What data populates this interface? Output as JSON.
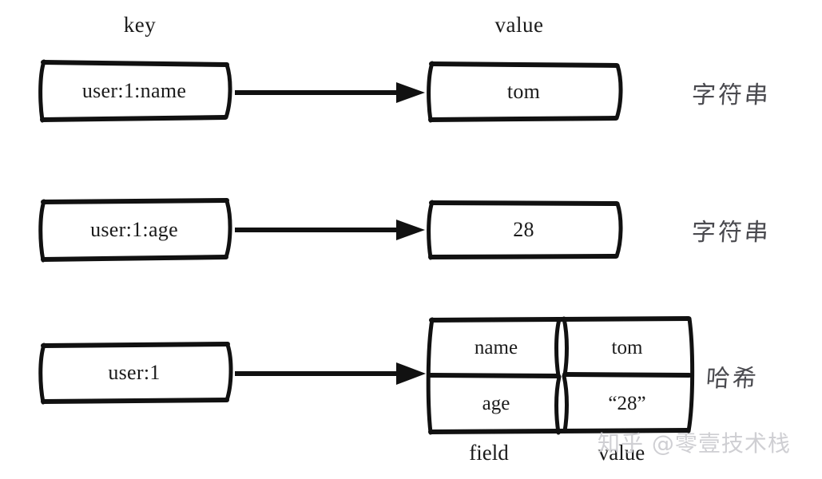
{
  "headers": {
    "key": "key",
    "value": "value"
  },
  "rows": [
    {
      "key": "user:1:name",
      "value": "tom",
      "type_label": "字符串"
    },
    {
      "key": "user:1:age",
      "value": "28",
      "type_label": "字符串"
    },
    {
      "key": "user:1",
      "type_label": "哈希"
    }
  ],
  "hash_table": {
    "entries": [
      {
        "field": "name",
        "value": "tom"
      },
      {
        "field": "age",
        "value": "“28”"
      }
    ],
    "field_label": "field",
    "value_label": "value"
  },
  "watermark": "知乎 @零壹技术栈",
  "colors": {
    "background": "#ffffff",
    "stroke": "#111111",
    "text": "#1b1b1b",
    "annotation": "#4a4a4f",
    "watermark": "#cfcfd3"
  }
}
